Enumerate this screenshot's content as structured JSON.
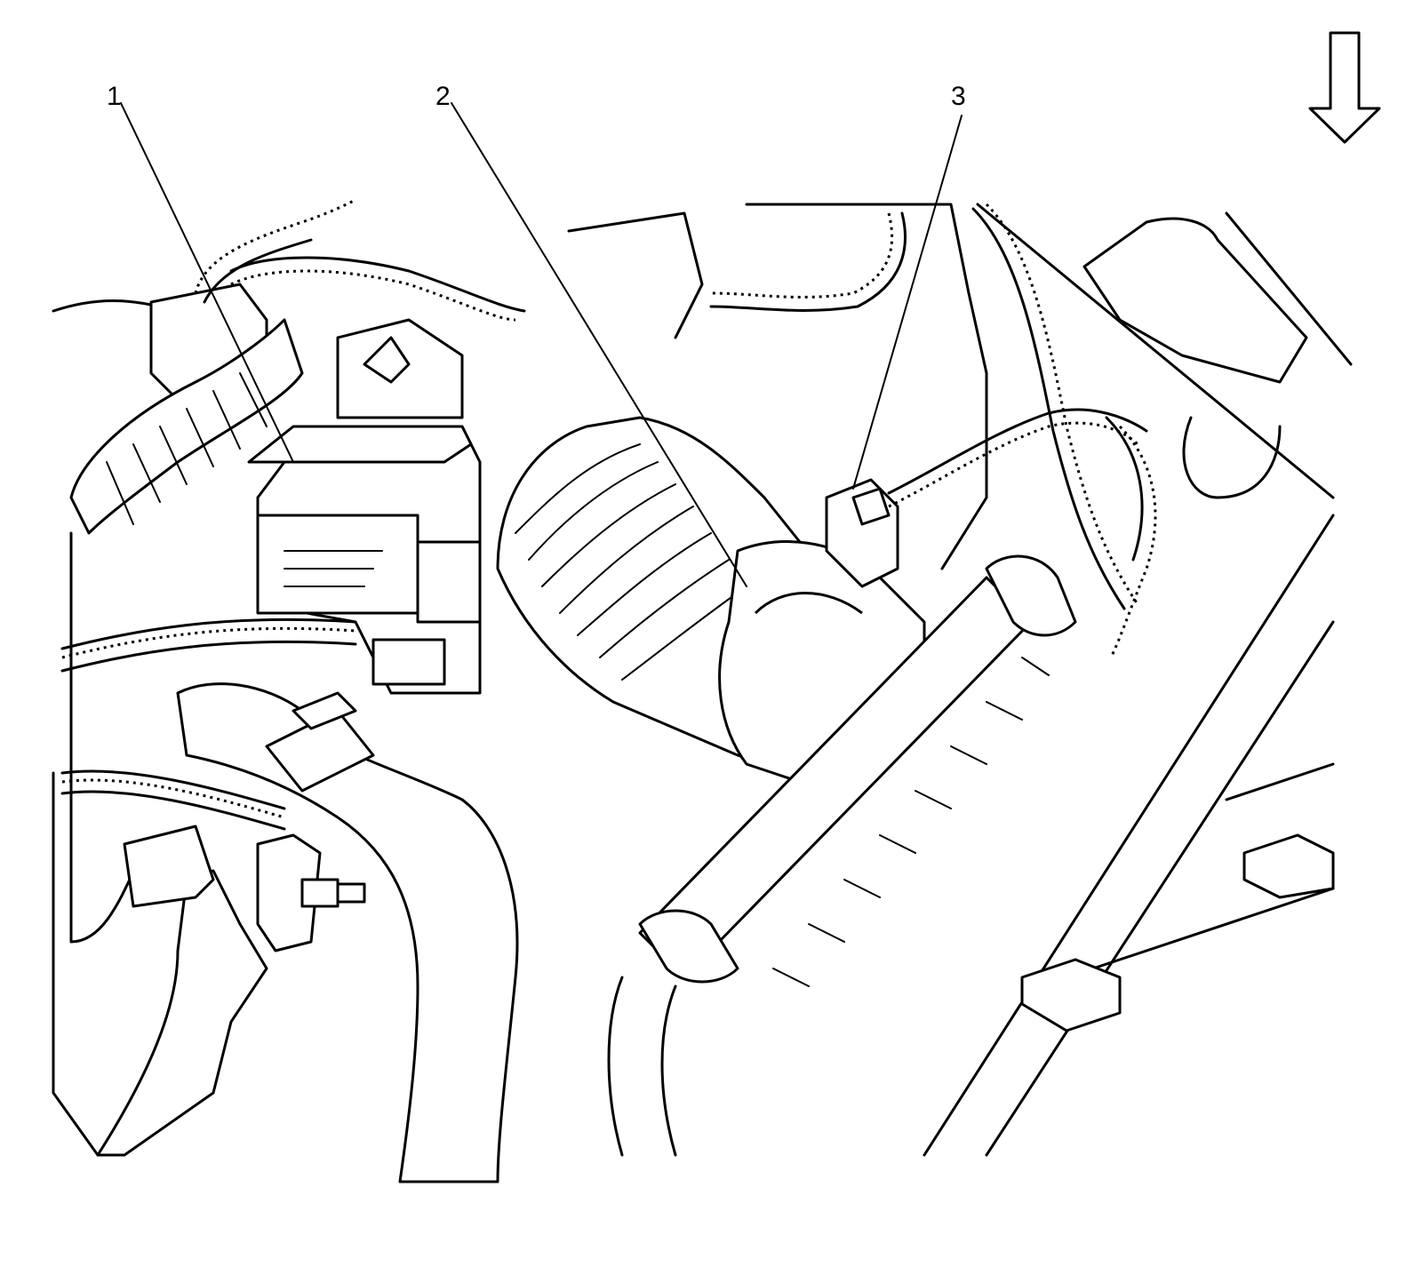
{
  "callouts": [
    {
      "label": "1"
    },
    {
      "label": "2"
    },
    {
      "label": "3"
    }
  ],
  "direction_arrow": {
    "icon": "down-arrow-icon"
  },
  "colors": {
    "line": "#000000",
    "background": "#ffffff"
  }
}
